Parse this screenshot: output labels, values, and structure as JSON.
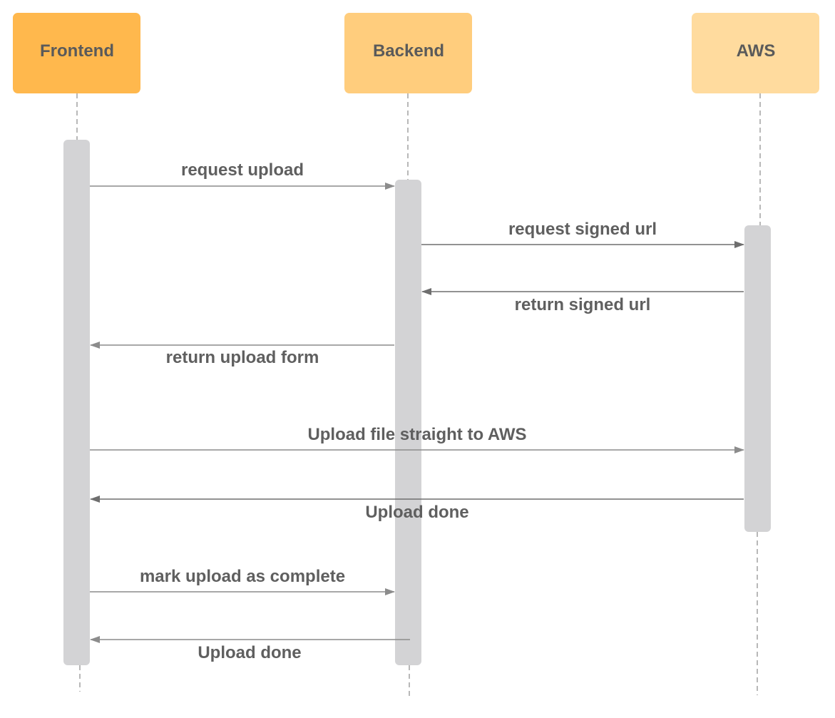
{
  "actors": [
    {
      "id": "frontend",
      "label": "Frontend",
      "color": "#ffb84d"
    },
    {
      "id": "backend",
      "label": "Backend",
      "color": "#ffcd7d"
    },
    {
      "id": "aws",
      "label": "AWS",
      "color": "#ffdb9e"
    }
  ],
  "messages": [
    {
      "label": "request upload",
      "from": "frontend",
      "to": "backend"
    },
    {
      "label": "request signed url",
      "from": "backend",
      "to": "aws"
    },
    {
      "label": "return signed url",
      "from": "aws",
      "to": "backend"
    },
    {
      "label": "return upload form",
      "from": "backend",
      "to": "frontend"
    },
    {
      "label": "Upload file straight to AWS",
      "from": "frontend",
      "to": "aws"
    },
    {
      "label": "Upload done",
      "from": "aws",
      "to": "frontend"
    },
    {
      "label": "mark upload as complete",
      "from": "frontend",
      "to": "backend"
    },
    {
      "label": "Upload done",
      "from": "backend",
      "to": "frontend"
    }
  ],
  "colors": {
    "activation": "#d3d3d5",
    "arrow": "#8c8c8c",
    "text": "#5f5f5f"
  }
}
